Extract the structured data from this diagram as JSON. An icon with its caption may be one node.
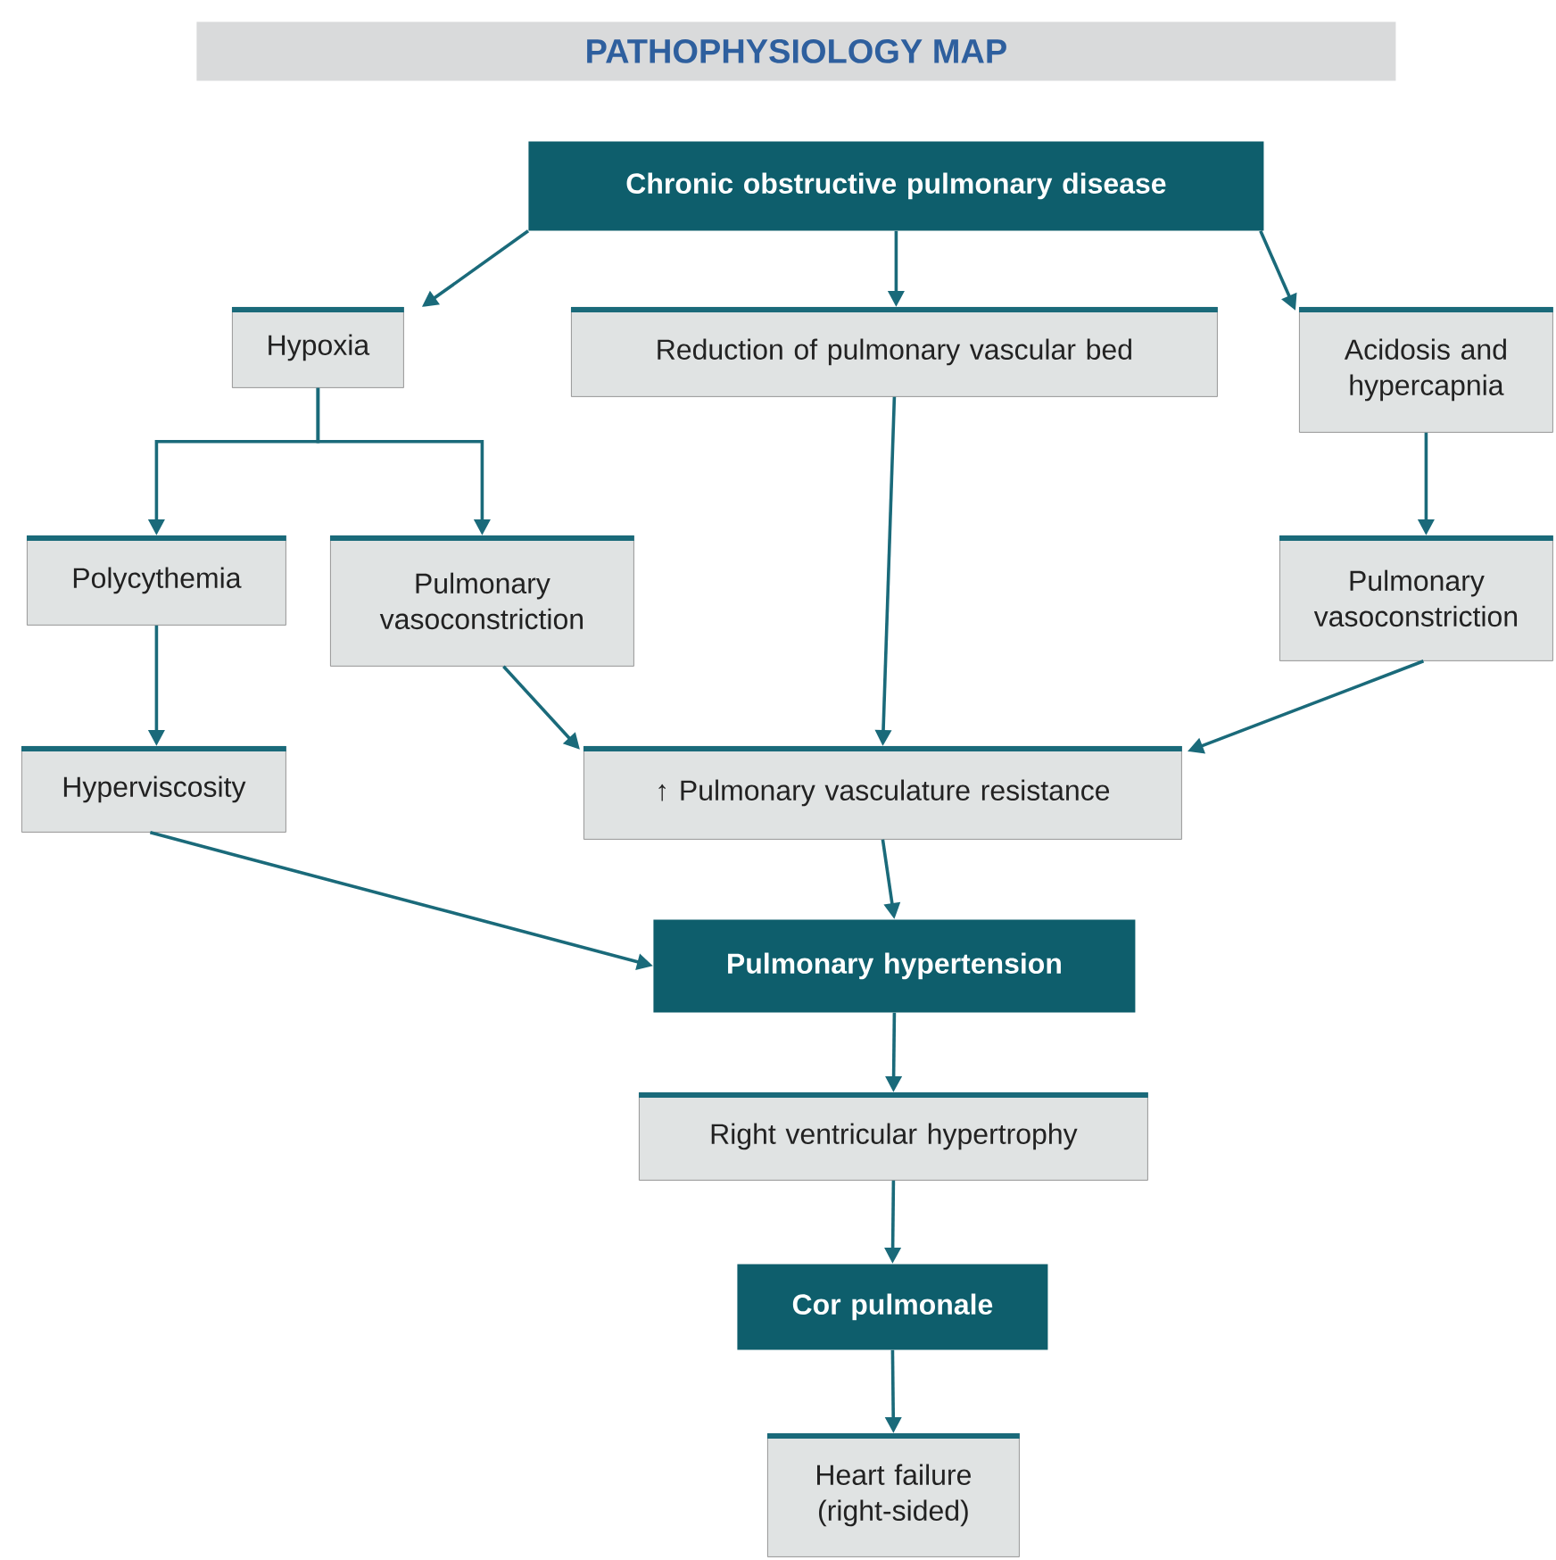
{
  "diagram": {
    "title": "PATHOPHYSIOLOGY MAP",
    "nodes": [
      {
        "text": [
          "Chronic obstructive pulmonary disease"
        ]
      },
      {
        "text": [
          "Hypoxia"
        ]
      },
      {
        "text": [
          "Reduction of pulmonary vascular bed"
        ]
      },
      {
        "text": [
          "Acidosis and hypercapnia"
        ]
      },
      {
        "text": [
          "Polycythemia"
        ]
      },
      {
        "text": [
          "Pulmonary vasoconstriction"
        ]
      },
      {
        "text": [
          "Pulmonary vasoconstriction"
        ]
      },
      {
        "text": [
          "Hyperviscosity"
        ]
      },
      {
        "text": [
          "↑ Pulmonary vasculature resistance"
        ]
      },
      {
        "text": [
          "Pulmonary hypertension"
        ]
      },
      {
        "text": [
          "Right ventricular hypertrophy"
        ]
      },
      {
        "text": [
          "Cor pulmonale"
        ]
      },
      {
        "text": [
          "Heart failure (right-sided)"
        ]
      }
    ],
    "edges": [
      {
        "from": 0,
        "to": 1,
        "arrow": "to"
      },
      {
        "from": 0,
        "to": 2,
        "arrow": "to"
      },
      {
        "from": 0,
        "to": 3,
        "arrow": "to"
      },
      {
        "from": 1,
        "to": 4,
        "arrow": "to"
      },
      {
        "from": 1,
        "to": 5,
        "arrow": "to"
      },
      {
        "from": 4,
        "to": 7,
        "arrow": "to"
      },
      {
        "from": 3,
        "to": 6,
        "arrow": "to"
      },
      {
        "from": 5,
        "to": 8,
        "arrow": "to"
      },
      {
        "from": 2,
        "to": 8,
        "arrow": "to"
      },
      {
        "from": 6,
        "to": 8,
        "arrow": "to"
      },
      {
        "from": 7,
        "to": 9,
        "arrow": "to"
      },
      {
        "from": 8,
        "to": 9,
        "arrow": "to"
      },
      {
        "from": 9,
        "to": 10,
        "arrow": "to"
      },
      {
        "from": 10,
        "to": 11,
        "arrow": "to"
      },
      {
        "from": 11,
        "to": 12,
        "arrow": "to"
      }
    ]
  }
}
